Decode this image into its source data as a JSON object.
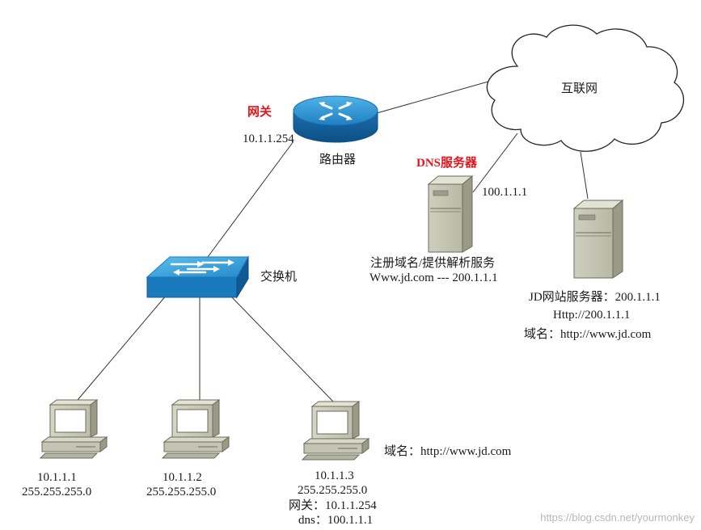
{
  "internet": {
    "label": "互联网"
  },
  "router": {
    "label": "路由器",
    "gateway_title": "网关",
    "ip": "10.1.1.254"
  },
  "dns_server": {
    "title": "DNS服务器",
    "ip": "100.1.1.1",
    "desc_line1": "注册域名/提供解析服务",
    "desc_line2": "Www.jd.com --- 200.1.1.1"
  },
  "jd_server": {
    "line1": "JD网站服务器：200.1.1.1",
    "line2": "Http://200.1.1.1",
    "line3": "域名：http://www.jd.com"
  },
  "switch": {
    "label": "交换机"
  },
  "pc1": {
    "ip": "10.1.1.1",
    "mask": "255.255.255.0"
  },
  "pc2": {
    "ip": "10.1.1.2",
    "mask": "255.255.255.0"
  },
  "pc3": {
    "ip": "10.1.1.3",
    "mask": "255.255.255.0",
    "gateway": "网关：10.1.1.254",
    "dns": "dns：100.1.1.1",
    "domain": "域名：http://www.jd.com"
  },
  "watermark": "https://blog.csdn.net/yourmonkey"
}
